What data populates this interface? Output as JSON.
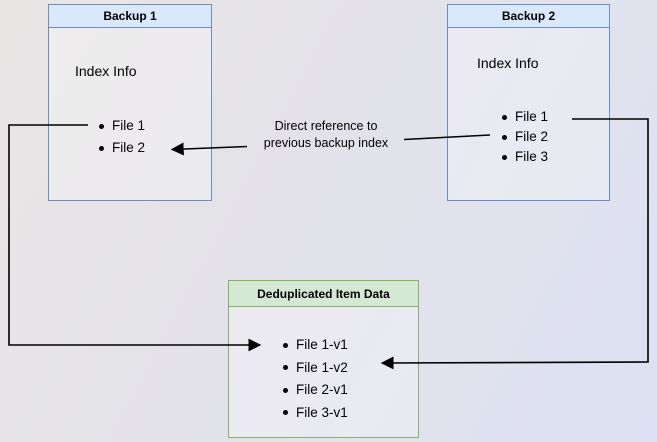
{
  "backup1": {
    "title": "Backup 1",
    "body_label": "Index Info",
    "files": [
      "File 1",
      "File 2"
    ]
  },
  "backup2": {
    "title": "Backup 2",
    "body_label": "Index Info",
    "files": [
      "File 1",
      "File 2",
      "File 3"
    ]
  },
  "dedup": {
    "title": "Deduplicated Item Data",
    "files": [
      "File 1-v1",
      "File 1-v2",
      "File 2-v1",
      "File 3-v1"
    ]
  },
  "edge_label": {
    "line1": "Direct reference to",
    "line2": "previous backup index"
  },
  "colors": {
    "blue_fill": "#dae8fc",
    "blue_border": "#6c8ebf",
    "green_fill": "#d5e8d4",
    "green_border": "#82b366",
    "arrow": "#000000",
    "background_start": "#e9e6e5",
    "background_end": "#dde1f3"
  }
}
